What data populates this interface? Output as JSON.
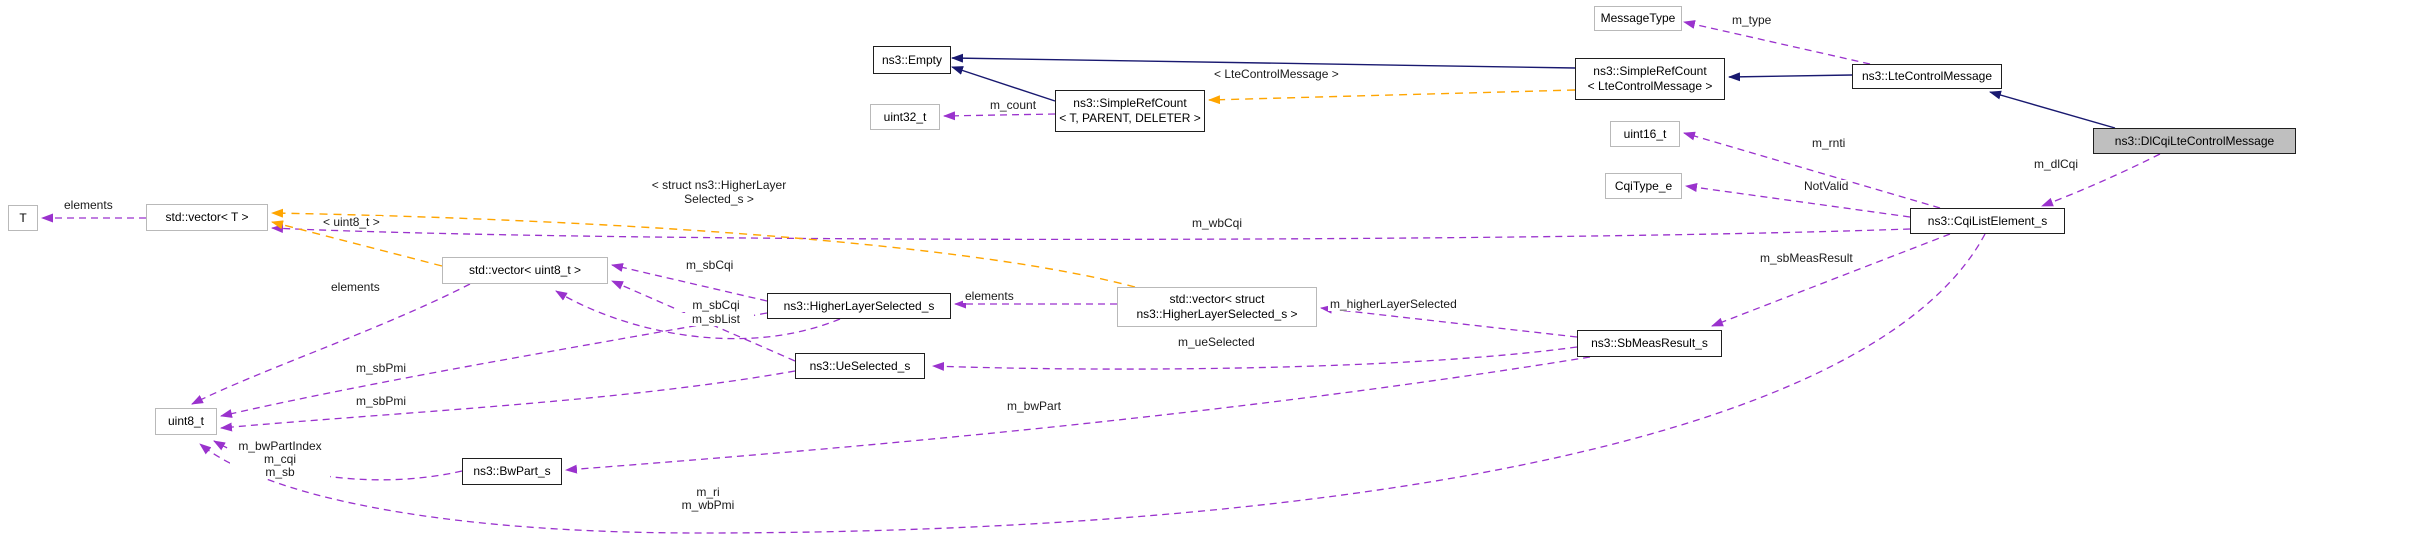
{
  "diagram": {
    "kind": "doxygen-collaboration-graph",
    "focus_class": "ns3::DlCqiLteControlMessage",
    "colors": {
      "inheritance_edge": "#191970",
      "usage_edge": "#9a32cd",
      "template_edge": "#ffa500",
      "focus_fill": "#bfbfbf",
      "plain_border": "#b9b9b9",
      "class_border": "#1f1f1f"
    },
    "nodes": {
      "message_type": {
        "label": "MessageType"
      },
      "empty": {
        "label": "ns3::Empty"
      },
      "simplerefcount_lcm": {
        "l1": "ns3::SimpleRefCount",
        "l2": "< LteControlMessage >"
      },
      "lte_control_message": {
        "label": "ns3::LteControlMessage"
      },
      "simplerefcount_tpd": {
        "l1": "ns3::SimpleRefCount",
        "l2": "< T, PARENT, DELETER >"
      },
      "uint32_t": {
        "label": "uint32_t"
      },
      "dlcqi_lte_control_message": {
        "label": "ns3::DlCqiLteControlMessage"
      },
      "uint16_t": {
        "label": "uint16_t"
      },
      "cqitype_e": {
        "label": "CqiType_e"
      },
      "cqi_list_element_s": {
        "label": "ns3::CqiListElement_s"
      },
      "t": {
        "label": "T"
      },
      "vector_t": {
        "label": "std::vector< T >"
      },
      "vector_uint8_t": {
        "label": "std::vector< uint8_t >"
      },
      "higher_layer_selected_s": {
        "label": "ns3::HigherLayerSelected_s"
      },
      "vector_higher_layer_selected_s": {
        "l1": "std::vector< struct",
        "l2": "ns3::HigherLayerSelected_s >"
      },
      "ue_selected_s": {
        "label": "ns3::UeSelected_s"
      },
      "sb_meas_result_s": {
        "label": "ns3::SbMeasResult_s"
      },
      "uint8_t": {
        "label": "uint8_t"
      },
      "bw_part_s": {
        "label": "ns3::BwPart_s"
      }
    },
    "edge_labels": {
      "m_type": "m_type",
      "m_count": "m_count",
      "tpl_lte_control_message": "< LteControlMessage >",
      "m_rnti": "m_rnti",
      "not_valid": "NotValid",
      "m_dlcqi": "m_dlCqi",
      "m_wbcqi": "m_wbCqi",
      "m_sbmeasresult": "m_sbMeasResult",
      "m_higherlayerselected": "m_higherLayerSelected",
      "m_ueselected": "m_ueSelected",
      "elements_t": "elements",
      "elements_uint8": "elements",
      "elements_hls": "elements",
      "m_sbcqi": "m_sbCqi",
      "m_sbcqi_2": "m_sbCqi",
      "m_sblist": "m_sbList",
      "tpl_uint8_t": "< uint8_t >",
      "tpl_struct_hls_l1": "< struct ns3::HigherLayer",
      "tpl_struct_hls_l2": "Selected_s >",
      "m_sbpmi_1": "m_sbPmi",
      "m_sbpmi_2": "m_sbPmi",
      "m_bwpartindex": "m_bwPartIndex",
      "m_cqi": "m_cqi",
      "m_sb": "m_sb",
      "m_bwpart": "m_bwPart",
      "m_ri": "m_ri",
      "m_wbpmi": "m_wbPmi"
    }
  }
}
